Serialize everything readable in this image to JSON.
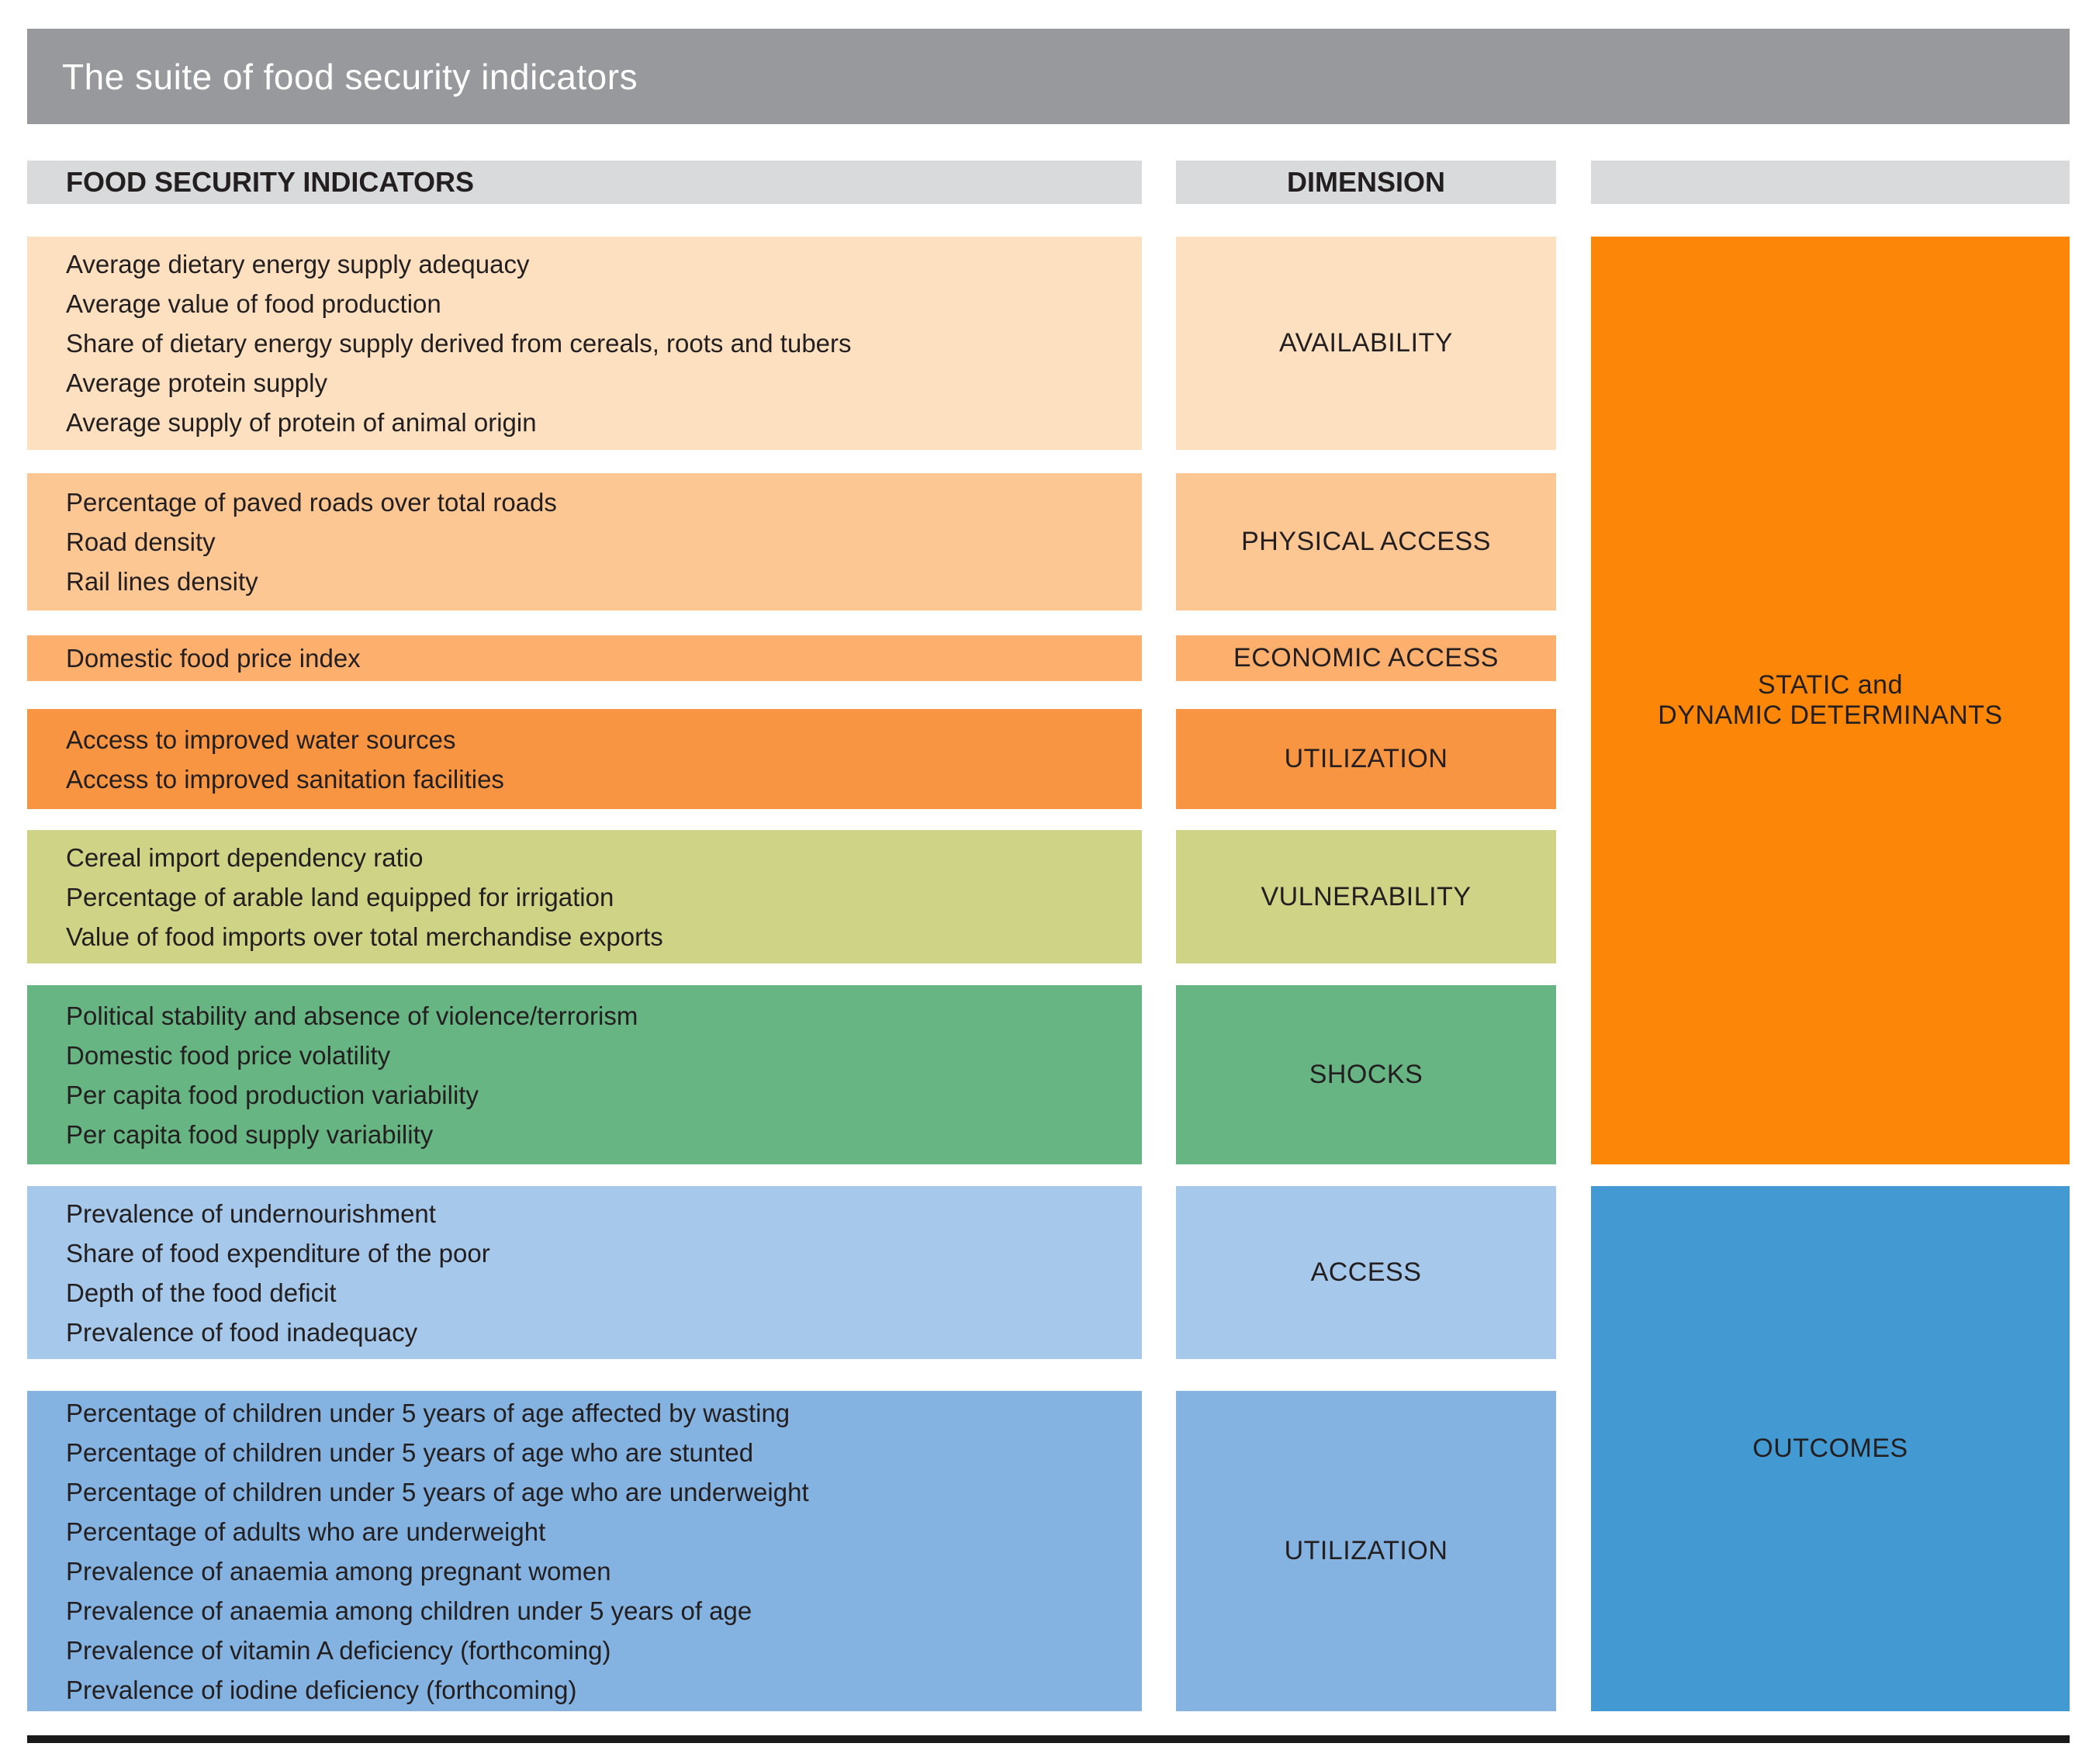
{
  "title": "The suite of food security indicators",
  "headers": {
    "indicators": "FOOD SECURITY INDICATORS",
    "dimension": "DIMENSION"
  },
  "rows": [
    {
      "dimension": "AVAILABILITY",
      "color": "#FDE0C0",
      "indicators": [
        "Average dietary energy supply adequacy",
        "Average value of food production",
        "Share of dietary energy supply derived from cereals, roots and tubers",
        "Average protein supply",
        "Average supply of protein of animal origin"
      ]
    },
    {
      "dimension": "PHYSICAL ACCESS",
      "color": "#FDC794",
      "indicators": [
        "Percentage of paved roads over total roads",
        "Road density",
        "Rail lines density"
      ]
    },
    {
      "dimension": "ECONOMIC ACCESS",
      "color": "#FDAF6E",
      "indicators": [
        "Domestic food price index"
      ]
    },
    {
      "dimension": "UTILIZATION",
      "color": "#F89542",
      "indicators": [
        "Access to improved water sources",
        "Access to improved sanitation facilities"
      ]
    },
    {
      "dimension": "VULNERABILITY",
      "color": "#CFD386",
      "indicators": [
        "Cereal import dependency ratio",
        "Percentage of arable land equipped for irrigation",
        "Value of food imports over total merchandise exports"
      ]
    },
    {
      "dimension": "SHOCKS",
      "color": "#67B582",
      "indicators": [
        "Political stability and absence of violence/terrorism",
        "Domestic food price volatility",
        "Per capita food production variability",
        "Per capita food supply variability"
      ]
    },
    {
      "dimension": "ACCESS",
      "color": "#A6C8EA",
      "indicators": [
        "Prevalence of undernourishment",
        "Share of food expenditure of the poor",
        "Depth of the food deficit",
        "Prevalence of food inadequacy"
      ]
    },
    {
      "dimension": "UTILIZATION",
      "color": "#84B3E1",
      "indicators": [
        "Percentage of children under 5 years of age affected by wasting",
        "Percentage of children under 5 years of age who are stunted",
        "Percentage of children under 5 years of age who are underweight",
        "Percentage of adults who are underweight",
        "Prevalence of anaemia among pregnant women",
        "Prevalence of anaemia among children under 5 years of age",
        "Prevalence of vitamin A deficiency (forthcoming)",
        "Prevalence of iodine deficiency (forthcoming)"
      ]
    }
  ],
  "groups": [
    {
      "label": "STATIC and\nDYNAMIC DETERMINANTS",
      "color": "#FC8608"
    },
    {
      "label": "OUTCOMES",
      "color": "#4399D2"
    }
  ],
  "colors": {
    "title_bar": "#97999C",
    "header_bar": "#D9DADB",
    "text_dark": "#231F20",
    "title_text": "#FFFFFF",
    "bottom_rule": "#1A1A1A"
  }
}
